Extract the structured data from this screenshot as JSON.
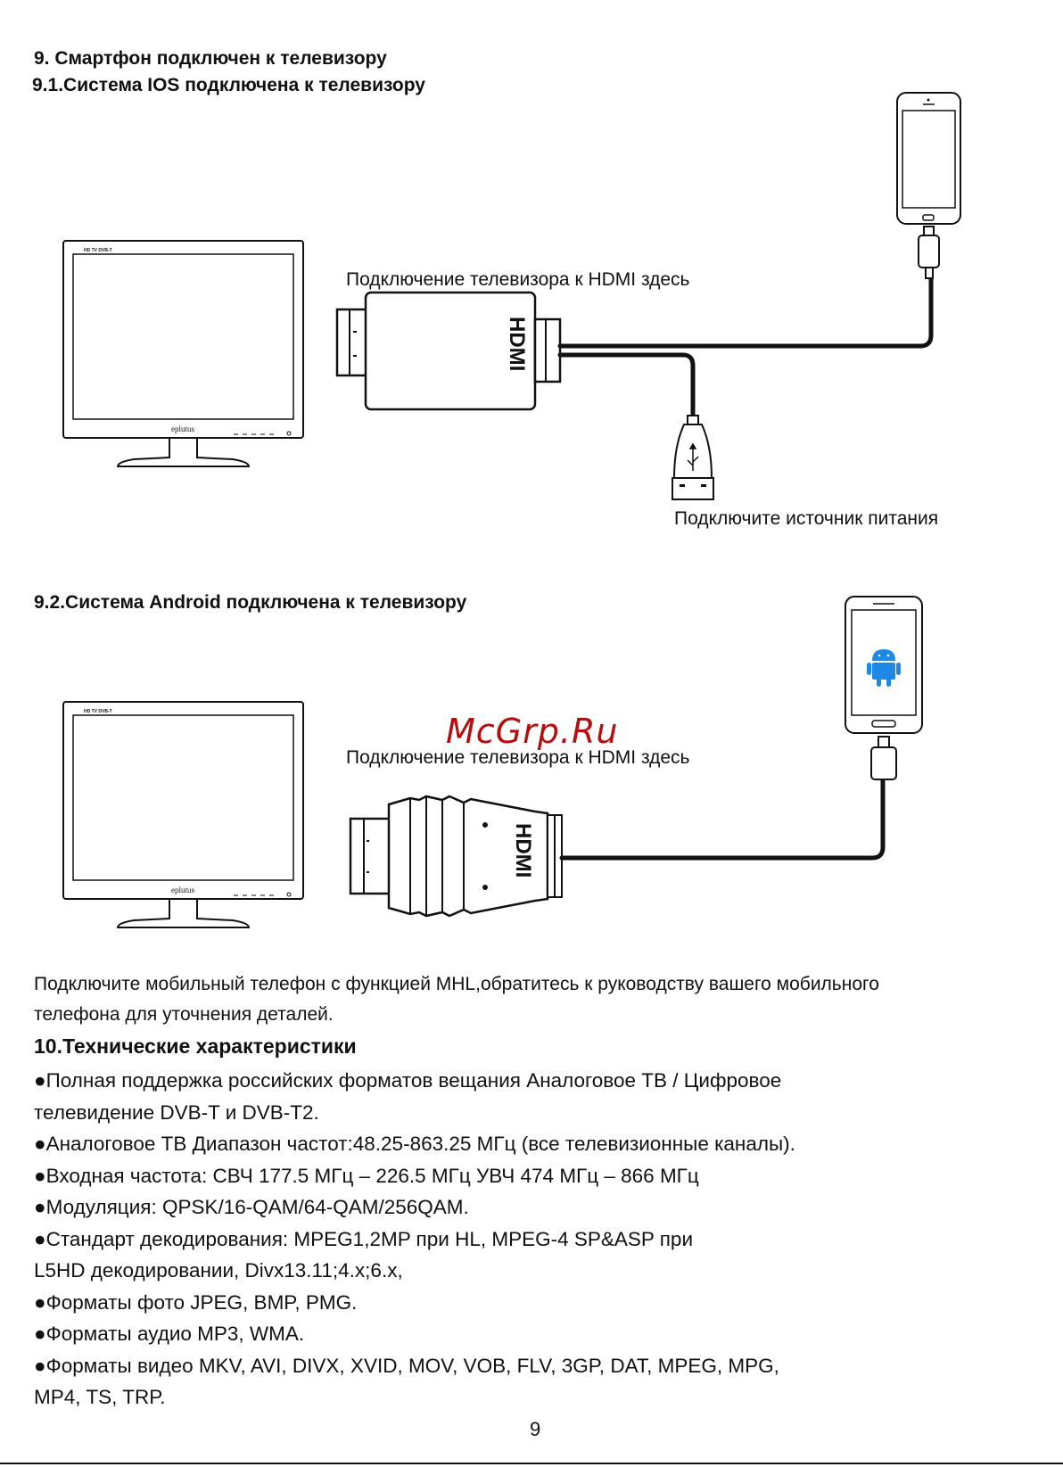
{
  "section9": {
    "title": "9. Смартфон подключен к телевизору",
    "ios_title": "9.1.Система IOS подключена к телевизору",
    "ios_hdmi_label": "Подключение телевизора к HDMI здесь",
    "ios_power_label": "Подключите источник питания",
    "android_title": "9.2.Система Android подключена к телевизору",
    "android_hdmi_label": "Подключение телевизора к HDMI здесь",
    "mhl_note_line1": "Подключите мобильный телефон с функцией MHL,обратитесь к руководству вашего мобильного",
    "mhl_note_line2": "телефона для уточнения деталей."
  },
  "tv": {
    "model": "HD TV DVB-T",
    "brand": "eplutus"
  },
  "connector_text": "HDMI",
  "watermark": "McGrp.Ru",
  "section10": {
    "title": "10.Технические характеристики",
    "lines": [
      "●Полная поддержка российских форматов вещания Аналоговое ТВ / Цифровое",
      "телевидение DVB-T и DVB-T2.",
      "●Аналоговое ТВ Диапазон частот:48.25-863.25 МГц (все телевизионные каналы).",
      "●Входная частота: СВЧ 177.5 МГц – 226.5 МГц УВЧ 474 МГц – 866 МГц",
      "●Модуляция: QPSK/16-QAM/64-QAM/256QAM.",
      "●Стандарт декодирования: MPEG1,2MP при HL, MPEG-4 SP&ASP при",
      "L5HD декодировании, Divx13.11;4.x;6.x,",
      "●Форматы фото JPEG, BMP, PMG.",
      "●Форматы аудио MP3, WMA.",
      "●Форматы видео MKV, AVI, DIVX, XVID, MOV, VOB, FLV, 3GP, DAT, MPEG, MPG,",
      "MP4, TS, TRP."
    ]
  },
  "page_number": "9",
  "colors": {
    "android_green": "#1e88e5",
    "watermark": "#b40e0e"
  }
}
